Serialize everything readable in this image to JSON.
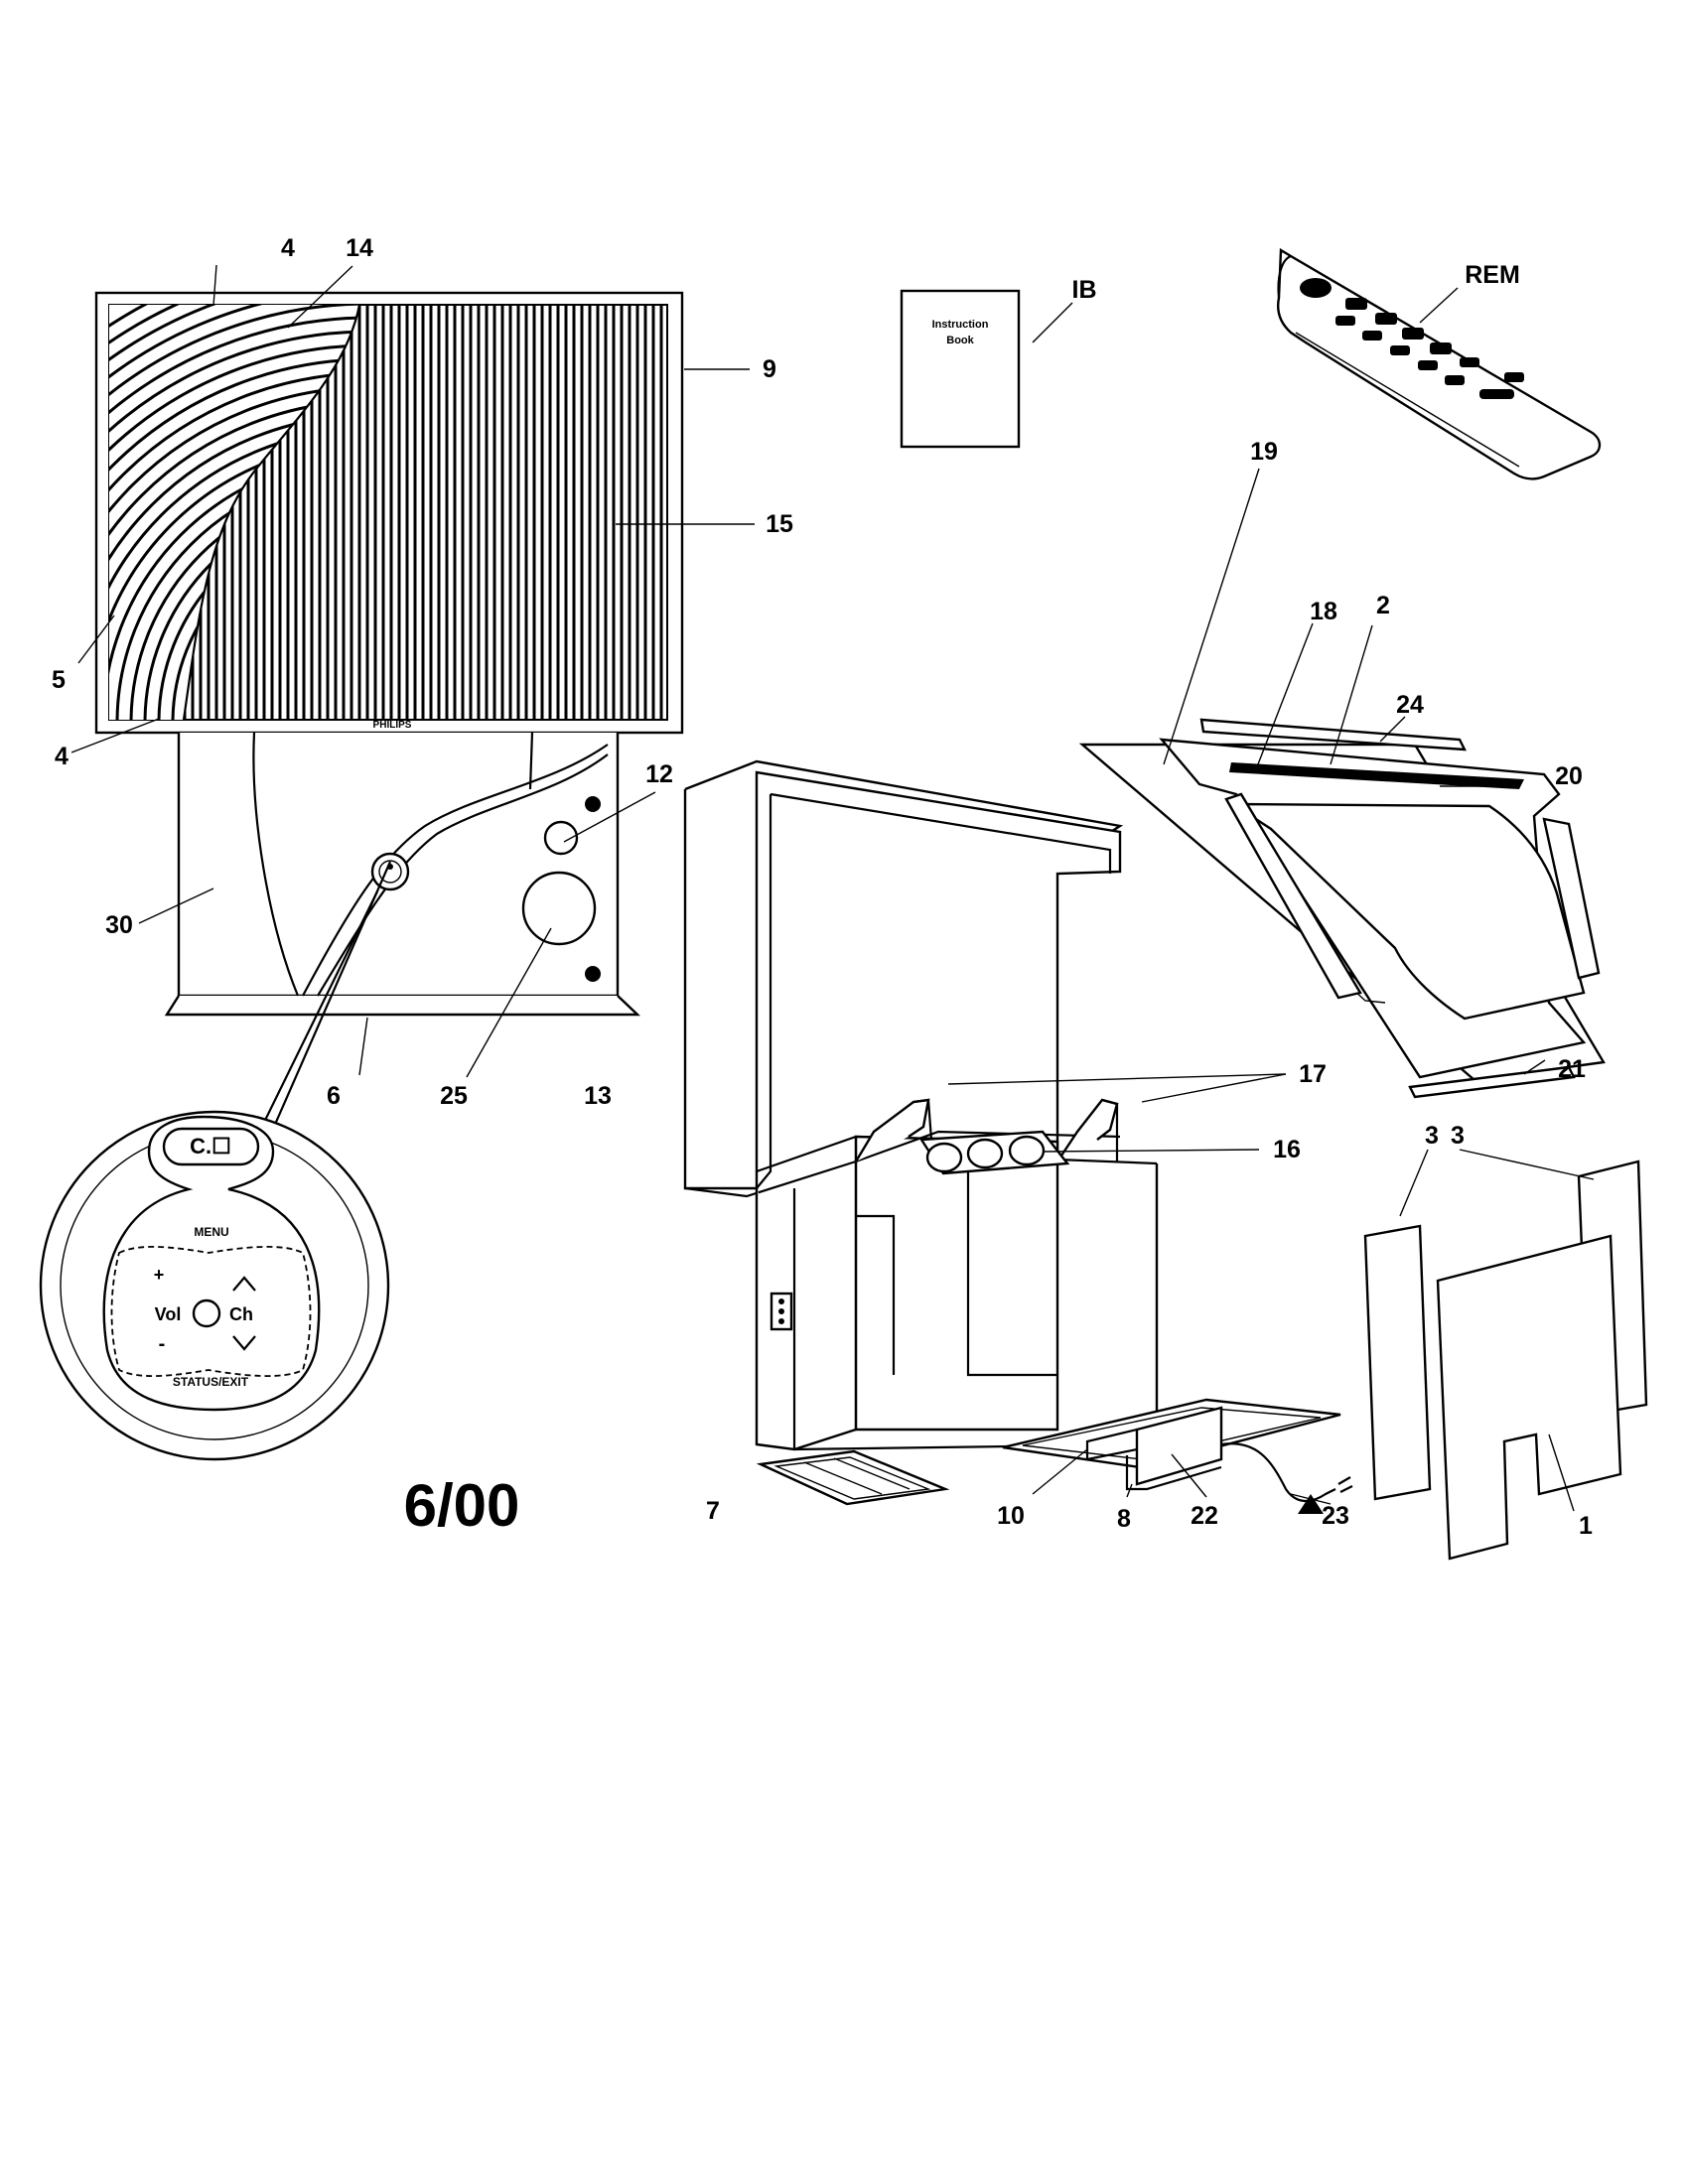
{
  "date_code": "6/00",
  "brand": "PHILIPS",
  "manual": {
    "line1": "Instruction",
    "line2": "Book"
  },
  "control_panel": {
    "menu": "MENU",
    "status_exit": "STATUS/EXIT",
    "vol": "Vol",
    "ch": "Ch",
    "plus": "+",
    "minus": "-",
    "screen_icon": "C.☐"
  },
  "callouts": {
    "c1": "1",
    "c2": "2",
    "c3a": "3",
    "c3b": "3",
    "c4a": "4",
    "c4b": "4",
    "c5": "5",
    "c6": "6",
    "c7": "7",
    "c8": "8",
    "c9": "9",
    "c10": "10",
    "c12": "12",
    "c13": "13",
    "c14": "14",
    "c15": "15",
    "c16": "16",
    "c17": "17",
    "c18": "18",
    "c19": "19",
    "c20": "20",
    "c21": "21",
    "c22": "22",
    "c23": "23",
    "c24": "24",
    "c25": "25",
    "c30": "30",
    "ib": "IB",
    "rem": "REM"
  }
}
